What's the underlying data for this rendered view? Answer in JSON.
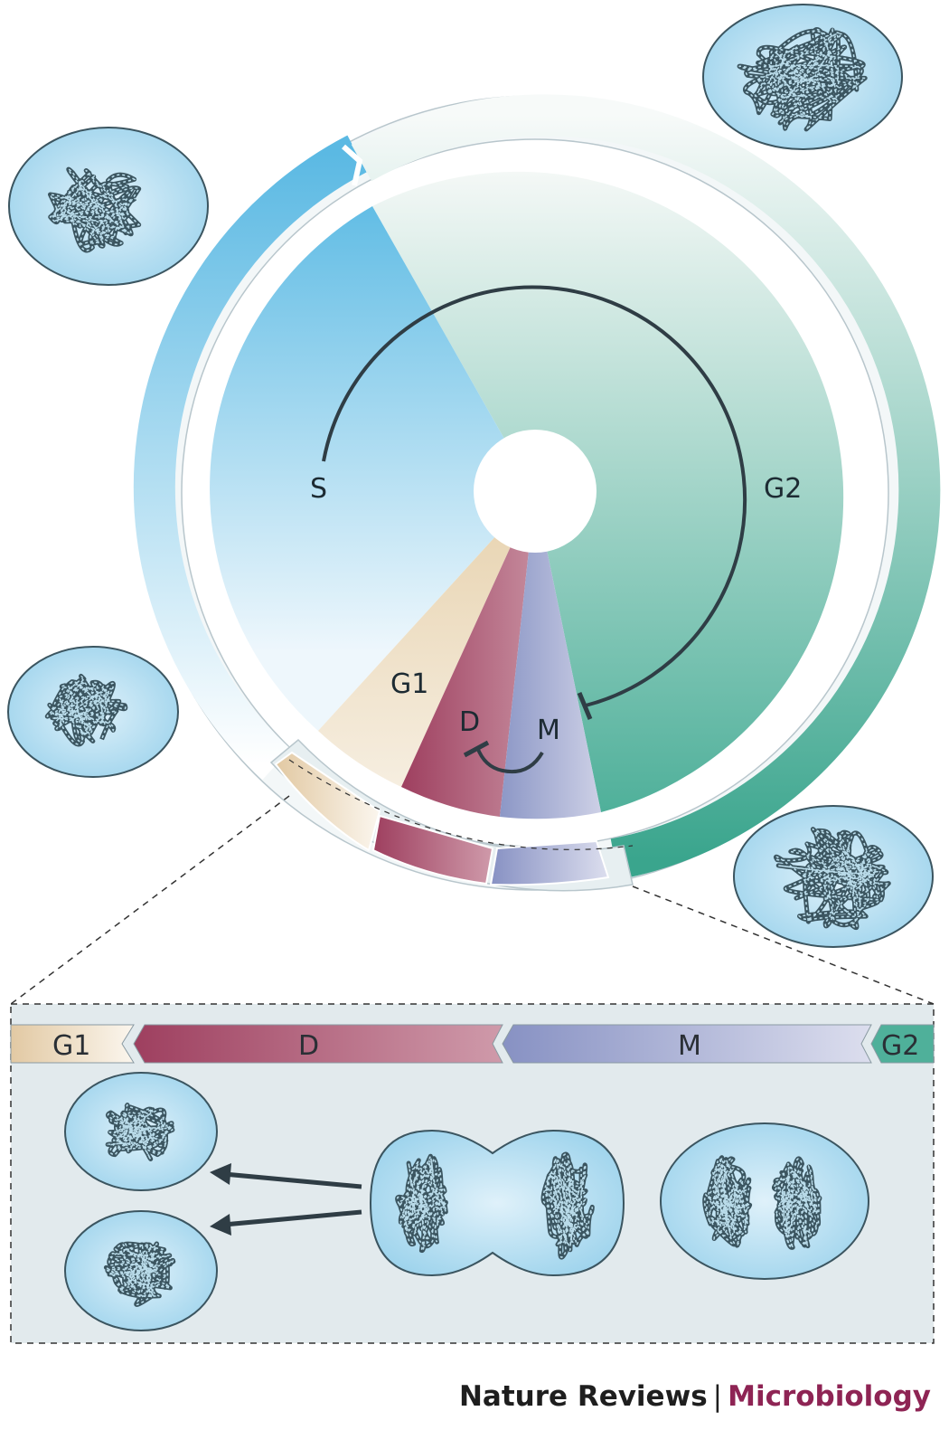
{
  "phases": {
    "s": "S",
    "g2": "G2",
    "g1": "G1",
    "d": "D",
    "m": "M"
  },
  "expanded_bar": {
    "g1": "G1",
    "d": "D",
    "m": "M",
    "g2": "G2"
  },
  "credit": {
    "journal": "Nature Reviews",
    "separator": "|",
    "field": "Microbiology"
  },
  "colors": {
    "s_phase": "#6dc1e6",
    "g2_phase": "#4fb09a",
    "g1_phase": "#e9d6b5",
    "d_phase": "#a4506c",
    "m_phase": "#9aa3cc",
    "cell_fill": "#a9d9ef",
    "chromosome": "#3b5560",
    "panel_bg": "#e2eaed",
    "arrow": "#2f3d45"
  },
  "icons": [
    "nucleoid-cell-icon",
    "dividing-cell-icon",
    "arrow-icon",
    "inhibition-arc-icon"
  ]
}
